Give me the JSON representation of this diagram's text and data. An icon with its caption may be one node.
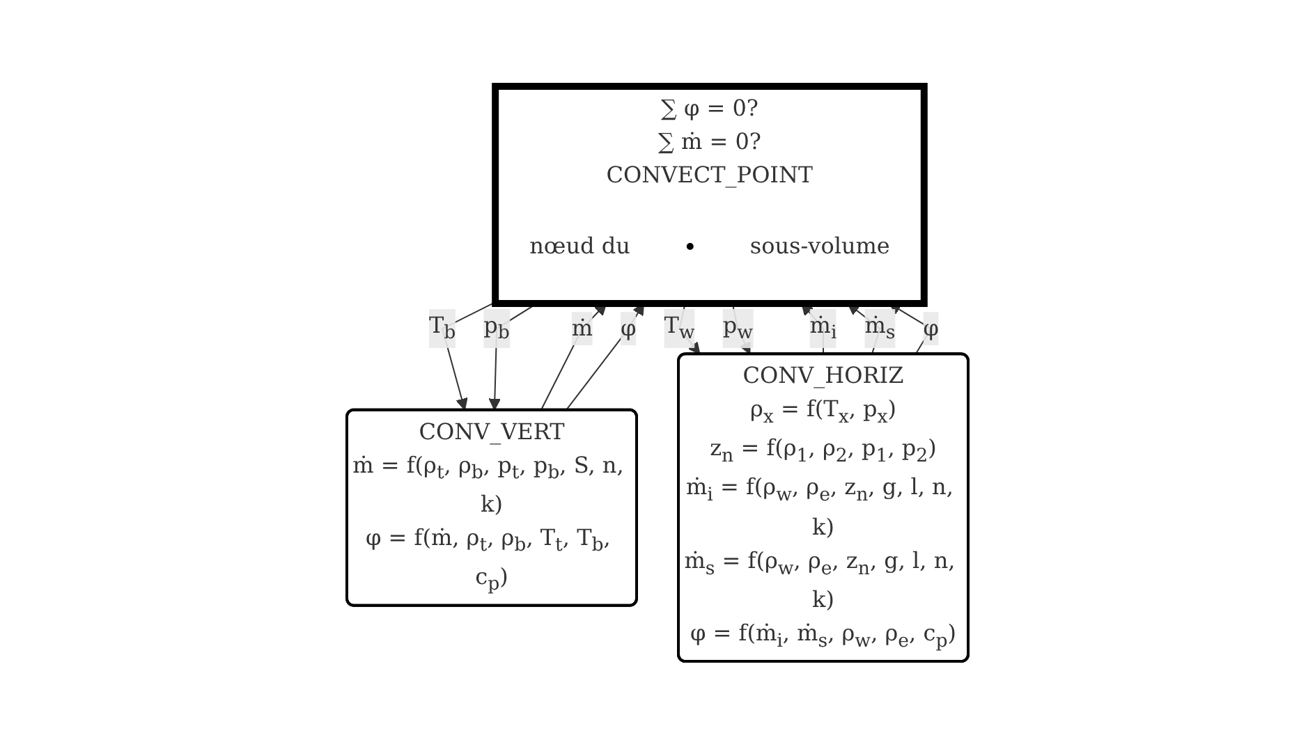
{
  "diagram": {
    "nodes": [
      {
        "text": [
          "CONV_VERT",
          "ṁ = f(ρ$_{t}$, ρ$_{b}$, p$_{t}$, p$_{b}$, S, n, k)",
          "φ = f(ṁ, ρ$_{t}$, ρ$_{b}$, T$_{t}$, T$_{b}$, c$_{p}$)"
        ]
      },
      {
        "text": [
          "∑ φ = 0?",
          "∑ ṁ = 0?",
          "CONVECT_POINT"
        ]
      },
      {
        "text": [],
        "shape": "circle",
        "in": 1,
        "beside": [
          "nœud du",
          "sous-volume"
        ]
      },
      {
        "text": [
          "CONV_HORIZ",
          "ρ$_{x}$ = f(T$_{x}$, p$_{x}$)",
          "z$_{n}$ = f(ρ$_{1}$, ρ$_{2}$, p$_{1}$, p$_{2}$)",
          "ṁ$_{i}$ = f(ρ$_{w}$, ρ$_{e}$, z$_{n}$, g, l, n, k)",
          "ṁ$_{s}$ = f(ρ$_{w}$, ρ$_{e}$, z$_{n}$, g, l, n, k)",
          "φ = f(ṁ$_{i}$, ṁ$_{s}$, ρ$_{w}$, ρ$_{e}$, c$_{p}$)"
        ]
      }
    ],
    "edges": [
      {
        "from": 1,
        "to": 0,
        "arrow": "to",
        "label": "T$_{b}$"
      },
      {
        "from": 1,
        "to": 0,
        "arrow": "to",
        "label": "p$_{b}$"
      },
      {
        "from": 0,
        "to": 1,
        "arrow": "to",
        "label": "ṁ"
      },
      {
        "from": 0,
        "to": 1,
        "arrow": "to",
        "label": "φ"
      },
      {
        "from": 1,
        "to": 3,
        "arrow": "to",
        "label": "T$_{w}$"
      },
      {
        "from": 1,
        "to": 3,
        "arrow": "to",
        "label": "p$_{w}$"
      },
      {
        "from": 3,
        "to": 1,
        "arrow": "to",
        "label": "ṁ$_{i}$"
      },
      {
        "from": 3,
        "to": 1,
        "arrow": "to",
        "label": "ṁ$_{s}$"
      },
      {
        "from": 3,
        "to": 1,
        "arrow": "to",
        "label": "φ"
      }
    ]
  }
}
